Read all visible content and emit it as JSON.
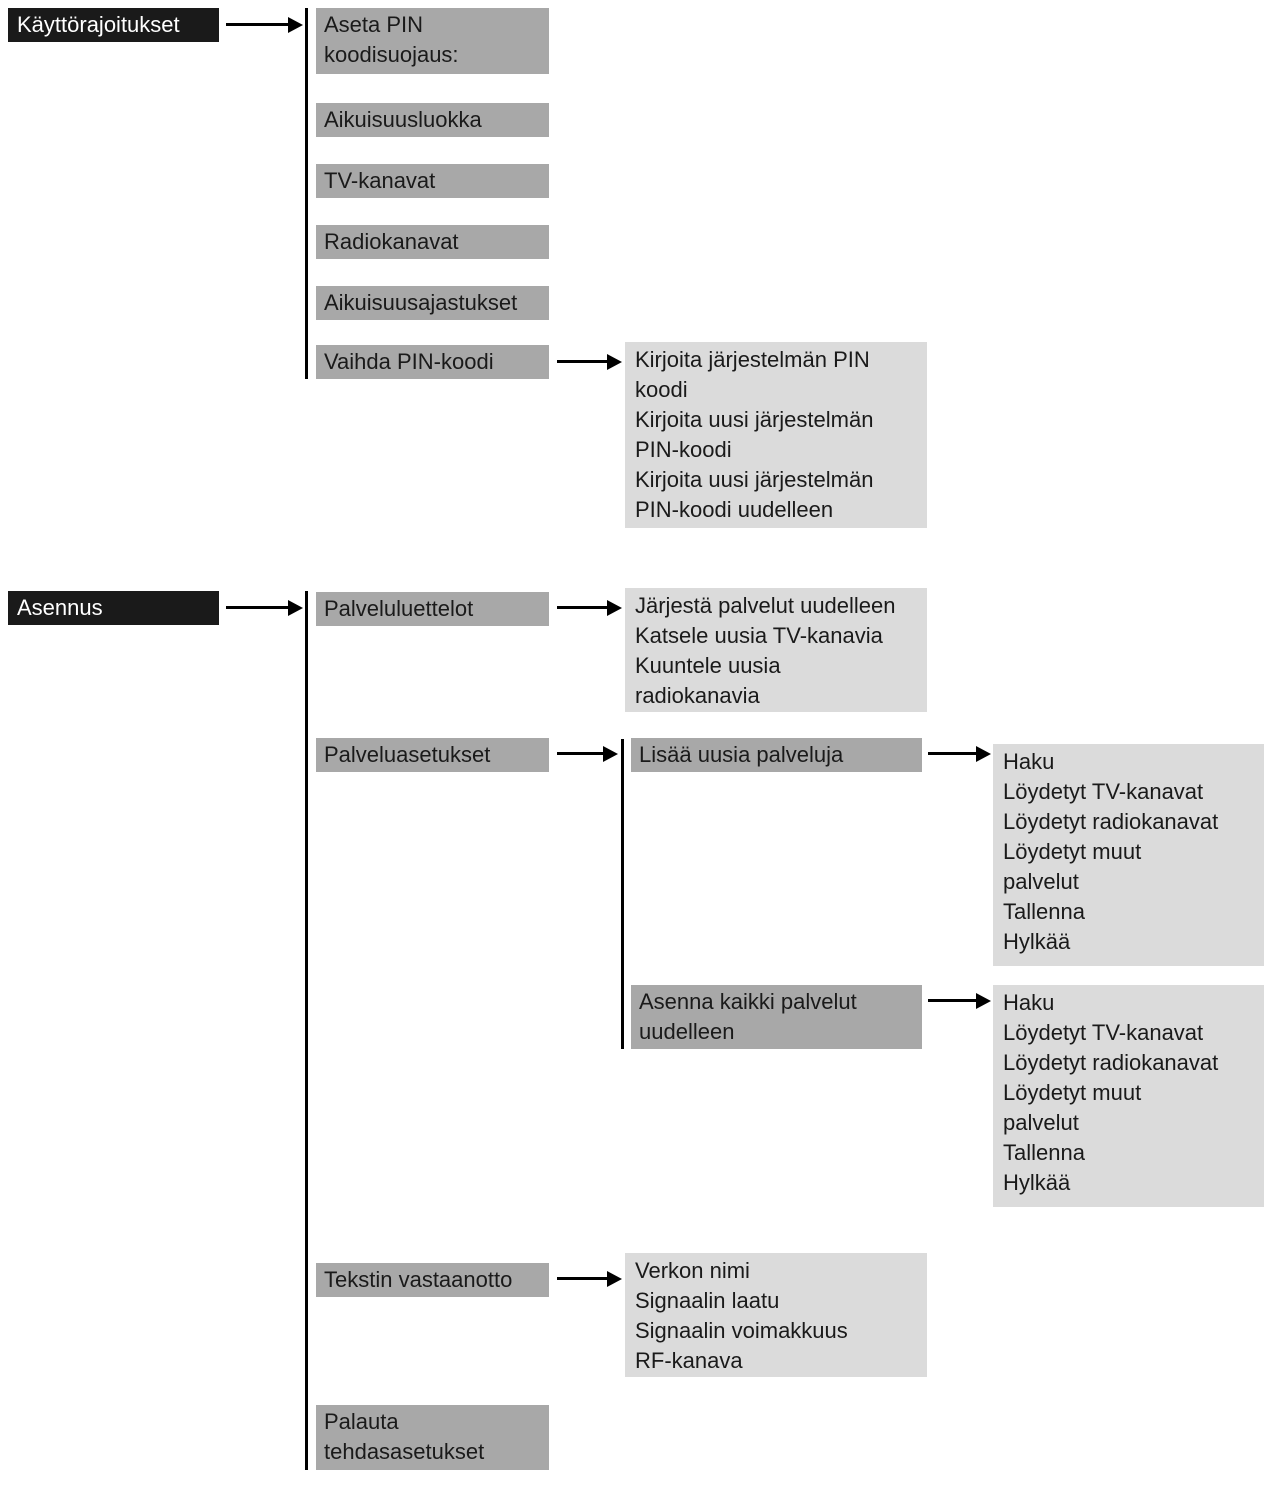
{
  "sections": [
    {
      "root": {
        "label": "Käyttörajoitukset"
      },
      "items": [
        {
          "label": "Aseta PIN\nkoodisuojaus:"
        },
        {
          "label": "Aikuisuusluokka"
        },
        {
          "label": "TV-kanavat"
        },
        {
          "label": "Radiokanavat"
        },
        {
          "label": "Aikuisuusajastukset"
        },
        {
          "label": "Vaihda PIN-koodi"
        }
      ],
      "pin_submenu": {
        "label": "Kirjoita järjestelmän PIN\nkoodi\nKirjoita uusi järjestelmän\nPIN-koodi\nKirjoita uusi järjestelmän\nPIN-koodi uudelleen"
      }
    },
    {
      "root": {
        "label": "Asennus"
      },
      "items": [
        {
          "label": "Palveluluettelot"
        },
        {
          "label": "Palveluasetukset"
        },
        {
          "label": "Tekstin vastaanotto"
        },
        {
          "label": "Palauta\ntehdasasetukset"
        }
      ],
      "service_lists_submenu": {
        "label": "Järjestä palvelut uudelleen\nKatsele uusia TV-kanavia\nKuuntele uusia\nradiokanavia"
      },
      "service_setup": {
        "add_new": {
          "label": "Lisää uusia palveluja"
        },
        "reinstall_all": {
          "label": "Asenna kaikki palvelut\nuudelleen"
        },
        "scan_results_add": {
          "label": "Haku\nLöydetyt TV-kanavat\nLöydetyt radiokanavat\nLöydetyt muut\npalvelut\nTallenna\nHylkää"
        },
        "scan_results_reinstall": {
          "label": "Haku\nLöydetyt TV-kanavat\nLöydetyt radiokanavat\nLöydetyt muut\npalvelut\nTallenna\nHylkää"
        }
      },
      "text_reception_submenu": {
        "label": "Verkon nimi\nSignaalin laatu\nSignaalin voimakkuus\nRF-kanava"
      }
    }
  ],
  "colors": {
    "root_bg": "#1a1a1a",
    "root_text": "#ffffff",
    "menu_bg": "#a8a8a8",
    "submenu_bg": "#dbdbdb",
    "line": "#000000",
    "background": "#ffffff"
  }
}
